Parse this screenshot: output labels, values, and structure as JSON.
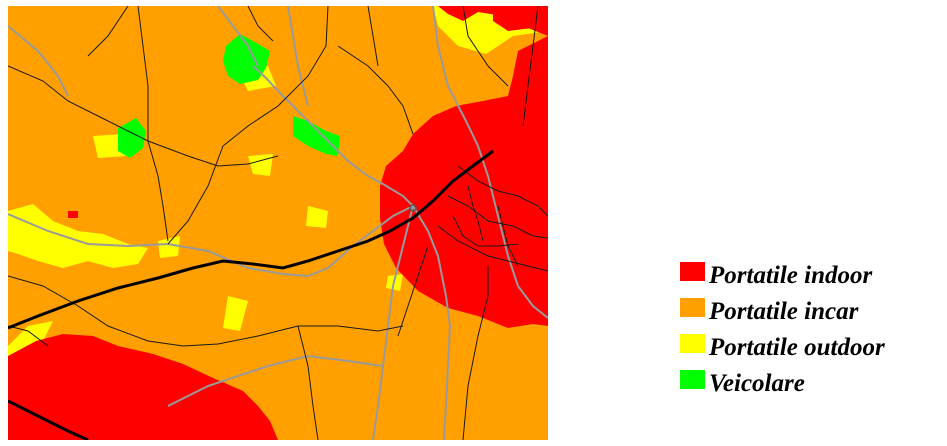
{
  "map": {
    "colors": {
      "portatile_indoor": "#ff0000",
      "portatile_incar": "#ffa000",
      "portatile_outdoor": "#ffff00",
      "veicolare": "#00ff00",
      "road_secondary": "#9a9a9a",
      "road_local": "#202020",
      "rail": "#000000"
    }
  },
  "legend": {
    "items": [
      {
        "label": "Portatile indoor",
        "color": "#ff0000"
      },
      {
        "label": "Portatile incar",
        "color": "#ffa000"
      },
      {
        "label": "Portatile outdoor",
        "color": "#ffff00"
      },
      {
        "label": "Veicolare",
        "color": "#00ff00"
      }
    ]
  }
}
